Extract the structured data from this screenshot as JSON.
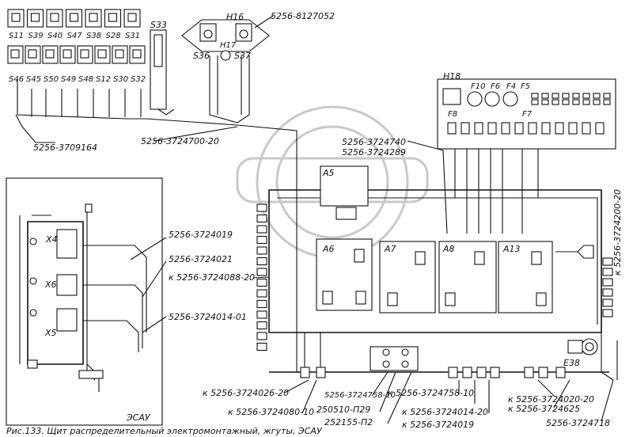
{
  "caption": "Рис.133. Щит распределительный электромонтажный, жгуты, ЭСАУ",
  "esau_title": "ЭСАУ",
  "switch_top_labels": [
    "S11",
    "S39",
    "S40",
    "S47",
    "S38",
    "S28",
    "S31"
  ],
  "switch_bottom_labels": [
    "S46",
    "S45",
    "S50",
    "S49",
    "S48",
    "S12",
    "S30",
    "S32"
  ],
  "labels": {
    "s33": "S33",
    "h16": "H16",
    "h17": "H17",
    "s36": "S36",
    "s37": "S37",
    "p8127052": "5256-8127052",
    "p3709164": "5256-3709164",
    "p3724700": "5256-3724700-20",
    "p3724740": "5256-3724740",
    "p3724289": "5256-3724289",
    "h18": "H18",
    "f10": "F10",
    "f6": "F6",
    "f4": "F4",
    "f5": "F5",
    "f7": "F7",
    "f8": "F8",
    "a5": "A5",
    "a6": "A6",
    "a7": "A7",
    "a8": "A8",
    "a13": "A13",
    "e38": "E38",
    "x4": "X4",
    "x6": "X6",
    "x5": "X5",
    "p3724019": "5256-3724019",
    "p3724021": "5256-3724021",
    "p3724088": "к 5256-3724088-20",
    "p3724014_01": "5256-3724014-01",
    "p3724200": "к 5256-3724200-20",
    "p3724026": "к 5256-3724026-20",
    "p3724080": "к 5256-3724080-10",
    "p3724758_10a": "5256-3724758-10",
    "p250510": "250510-П29",
    "p252155": "252155-П2",
    "p3724758_10b": "к 5256-3724758-10",
    "p3724014_20": "к 5256-3724014-20",
    "p3724019b": "к 5256-3724019",
    "p3724020": "к 5256-3724020-20",
    "p3724625": "к 5256-3724625",
    "p3724718": "5256-3724718"
  }
}
